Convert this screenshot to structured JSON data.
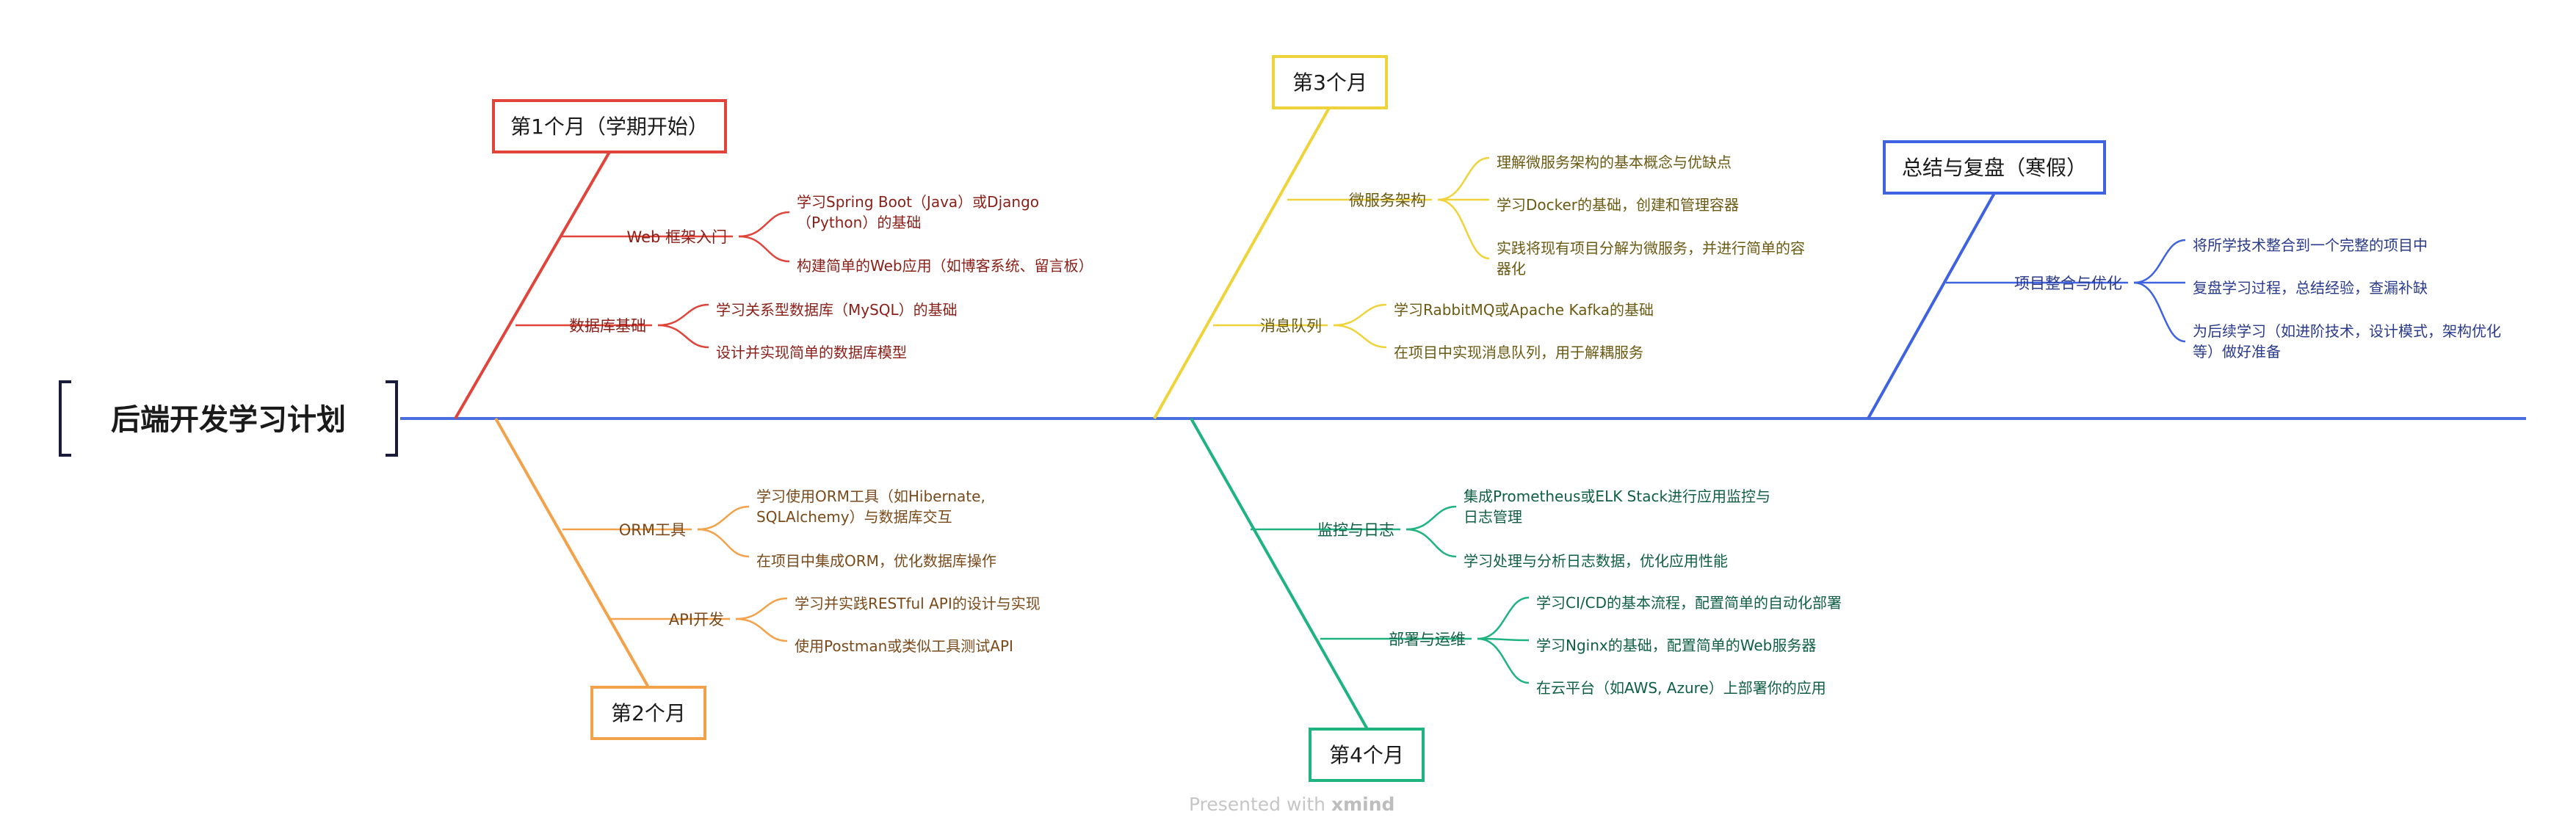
{
  "title": "后端开发学习计划",
  "footer": {
    "prefix": "Presented with",
    "brand": "xmind"
  },
  "colors": {
    "spine": "#4a6ee0",
    "month1": "#e0443a",
    "month2": "#f2a24a",
    "month3": "#efd33a",
    "month4": "#1fb37f",
    "summary": "#3f63e0",
    "title_bracket": "#1a1a3a"
  },
  "months": {
    "m1": {
      "label": "第1个月（学期开始）",
      "branches": [
        {
          "label": "Web 框架入门",
          "leaves": [
            [
              "学习Spring Boot（Java）或Django",
              "（Python）的基础"
            ],
            [
              "构建简单的Web应用（如博客系统、留言板）"
            ]
          ]
        },
        {
          "label": "数据库基础",
          "leaves": [
            [
              "学习关系型数据库（MySQL）的基础"
            ],
            [
              "设计并实现简单的数据库模型"
            ]
          ]
        }
      ]
    },
    "m2": {
      "label": "第2个月",
      "branches": [
        {
          "label": "ORM工具",
          "leaves": [
            [
              "学习使用ORM工具（如Hibernate,",
              "SQLAlchemy）与数据库交互"
            ],
            [
              "在项目中集成ORM，优化数据库操作"
            ]
          ]
        },
        {
          "label": "API开发",
          "leaves": [
            [
              "学习并实践RESTful API的设计与实现"
            ],
            [
              "使用Postman或类似工具测试API"
            ]
          ]
        }
      ]
    },
    "m3": {
      "label": "第3个月",
      "branches": [
        {
          "label": "微服务架构",
          "leaves": [
            [
              "理解微服务架构的基本概念与优缺点"
            ],
            [
              "学习Docker的基础，创建和管理容器"
            ],
            [
              "实践将现有项目分解为微服务，并进行简单的容",
              "器化"
            ]
          ]
        },
        {
          "label": "消息队列",
          "leaves": [
            [
              "学习RabbitMQ或Apache Kafka的基础"
            ],
            [
              "在项目中实现消息队列，用于解耦服务"
            ]
          ]
        }
      ]
    },
    "m4": {
      "label": "第4个月",
      "branches": [
        {
          "label": "监控与日志",
          "leaves": [
            [
              "集成Prometheus或ELK Stack进行应用监控与",
              "日志管理"
            ],
            [
              "学习处理与分析日志数据，优化应用性能"
            ]
          ]
        },
        {
          "label": "部署与运维",
          "leaves": [
            [
              "学习CI/CD的基本流程，配置简单的自动化部署"
            ],
            [
              "学习Nginx的基础，配置简单的Web服务器"
            ],
            [
              "在云平台（如AWS, Azure）上部署你的应用"
            ]
          ]
        }
      ]
    },
    "summary": {
      "label": "总结与复盘（寒假）",
      "branches": [
        {
          "label": "项目整合与优化",
          "leaves": [
            [
              "将所学技术整合到一个完整的项目中"
            ],
            [
              "复盘学习过程，总结经验，查漏补缺"
            ],
            [
              "为后续学习（如进阶技术，设计模式，架构优化",
              "等）做好准备"
            ]
          ]
        }
      ]
    }
  }
}
